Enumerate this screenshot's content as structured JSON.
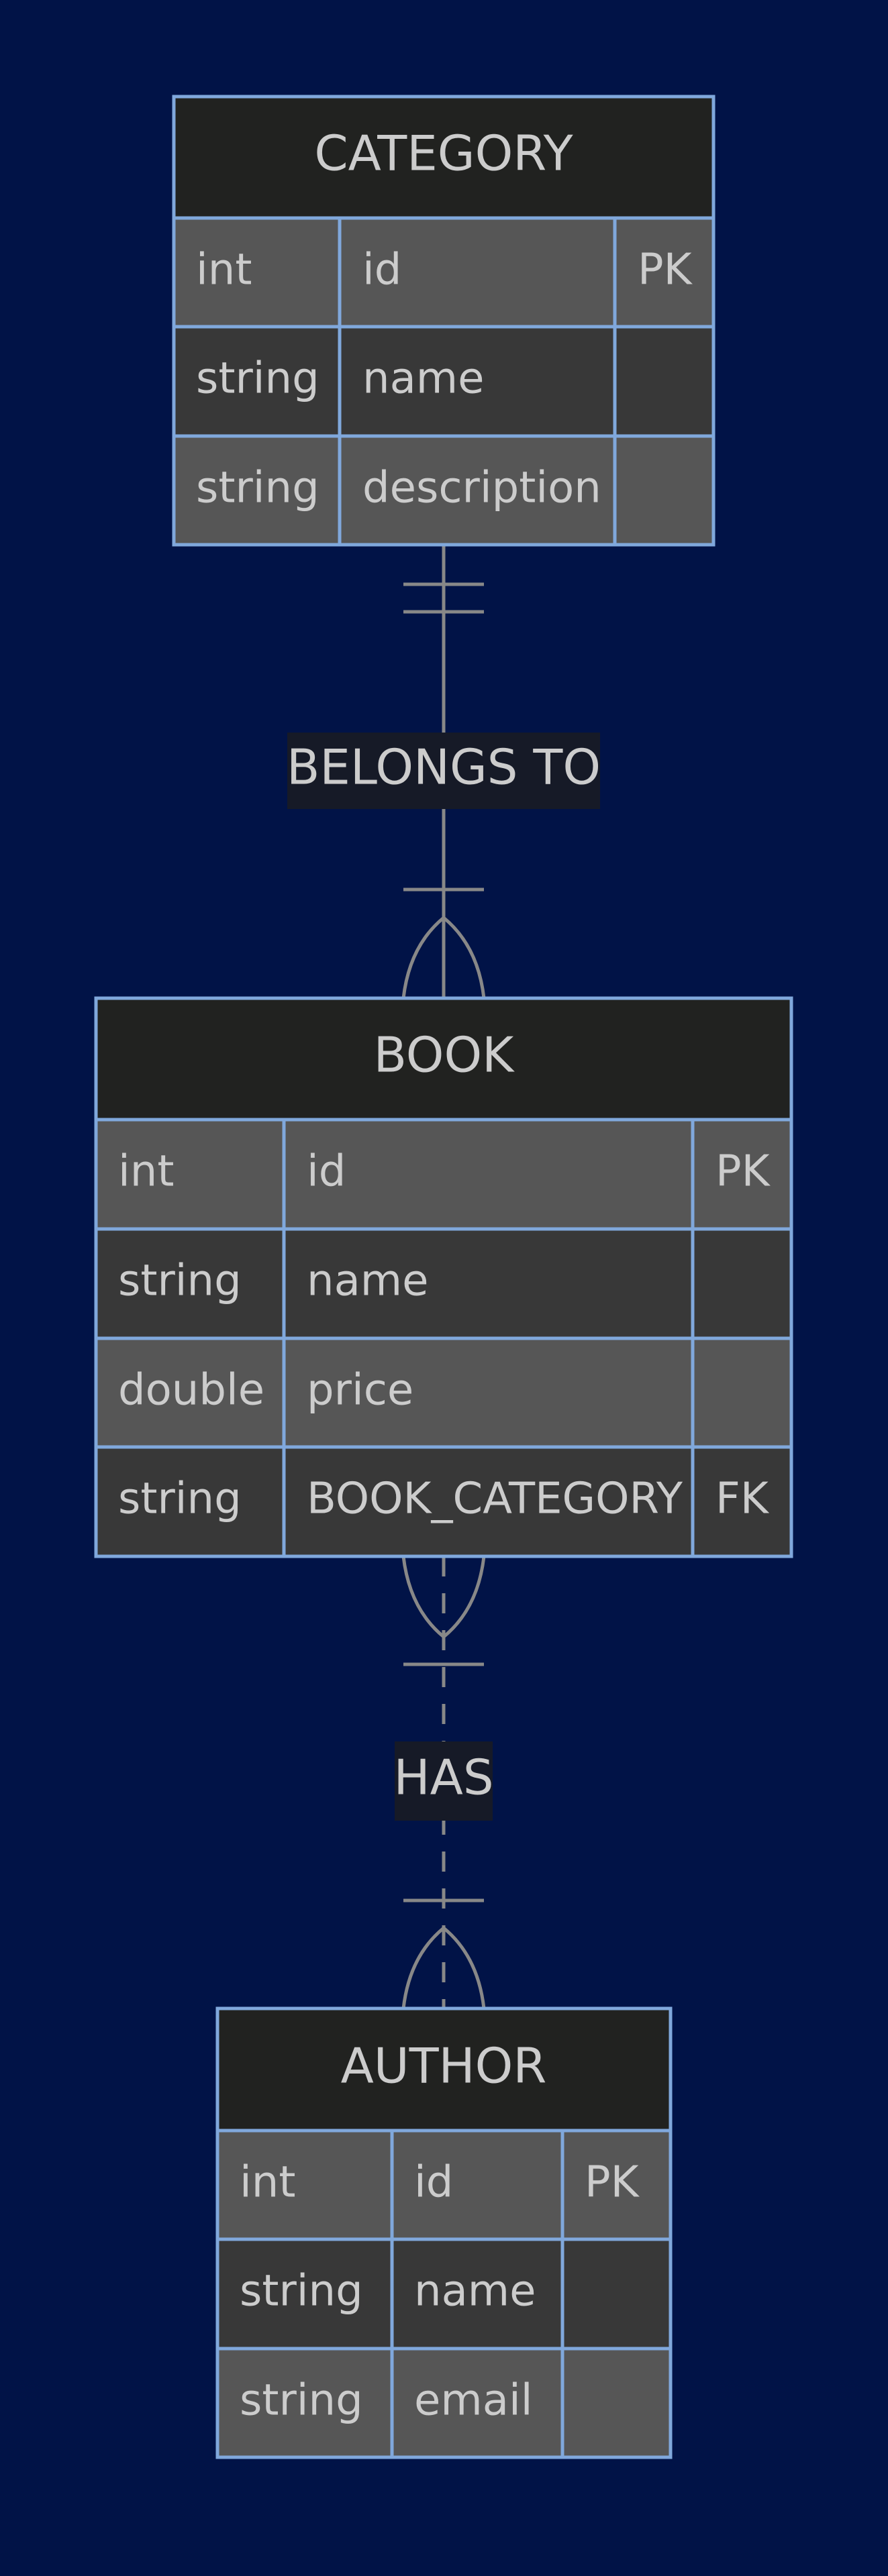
{
  "diagram": {
    "type": "entity-relationship",
    "colors": {
      "background": "#011347",
      "entity_header": "#212220",
      "row_light": "#565656",
      "row_dark": "#383838",
      "entity_border": "#80a8dc",
      "text": "#cccccc",
      "connector": "#888888",
      "label_background": "#161a27"
    },
    "entities": [
      {
        "name": "CATEGORY",
        "attributes": [
          {
            "type": "int",
            "name": "id",
            "key": "PK"
          },
          {
            "type": "string",
            "name": "name",
            "key": ""
          },
          {
            "type": "string",
            "name": "description",
            "key": ""
          }
        ]
      },
      {
        "name": "BOOK",
        "attributes": [
          {
            "type": "int",
            "name": "id",
            "key": "PK"
          },
          {
            "type": "string",
            "name": "name",
            "key": ""
          },
          {
            "type": "double",
            "name": "price",
            "key": ""
          },
          {
            "type": "string",
            "name": "BOOK_CATEGORY",
            "key": "FK"
          }
        ]
      },
      {
        "name": "AUTHOR",
        "attributes": [
          {
            "type": "int",
            "name": "id",
            "key": "PK"
          },
          {
            "type": "string",
            "name": "name",
            "key": ""
          },
          {
            "type": "string",
            "name": "email",
            "key": ""
          }
        ]
      }
    ],
    "relationships": [
      {
        "label": "BELONGS TO",
        "from": "CATEGORY",
        "to": "BOOK",
        "from_cardinality": "exactly-one",
        "to_cardinality": "one-or-more",
        "line_style": "solid"
      },
      {
        "label": "HAS",
        "from": "BOOK",
        "to": "AUTHOR",
        "from_cardinality": "one-or-more",
        "to_cardinality": "one-or-more",
        "line_style": "dashed"
      }
    ]
  }
}
